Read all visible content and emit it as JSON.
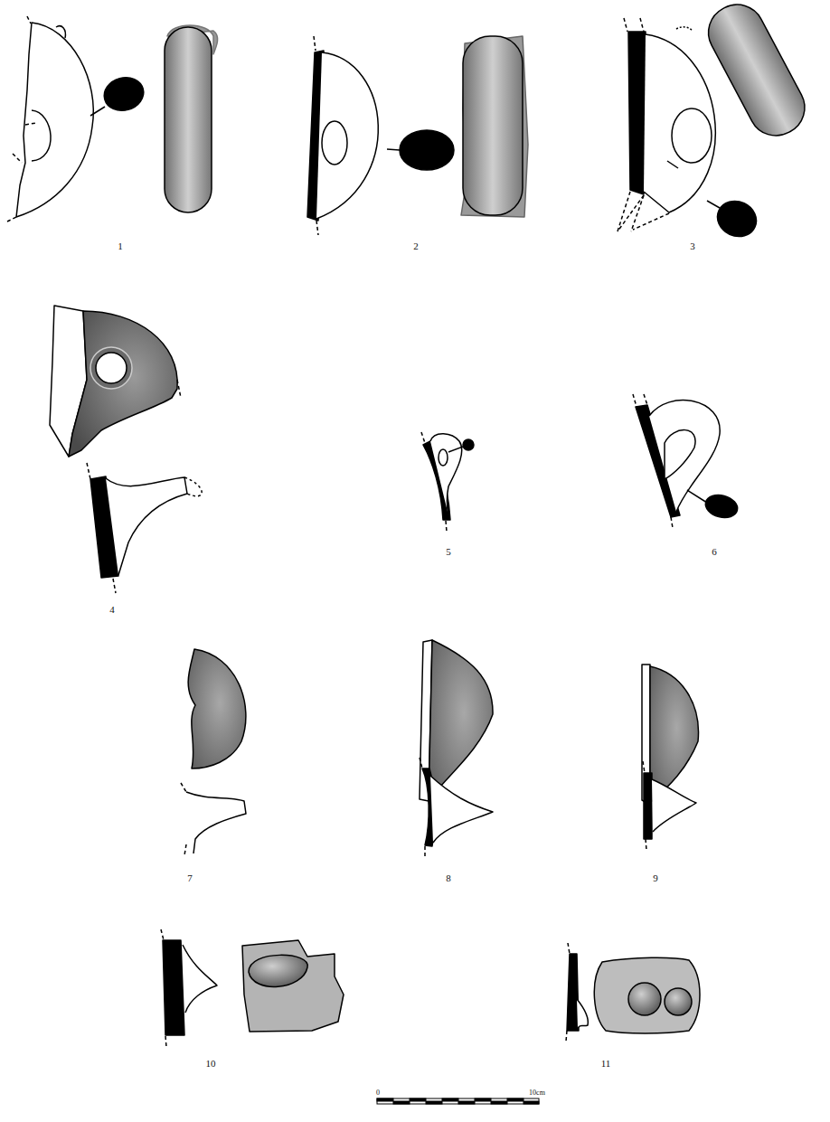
{
  "diagram": {
    "labels": [
      "1",
      "2",
      "3",
      "4",
      "5",
      "6",
      "7",
      "8",
      "9",
      "10",
      "11",
      "0",
      "10cm"
    ]
  }
}
